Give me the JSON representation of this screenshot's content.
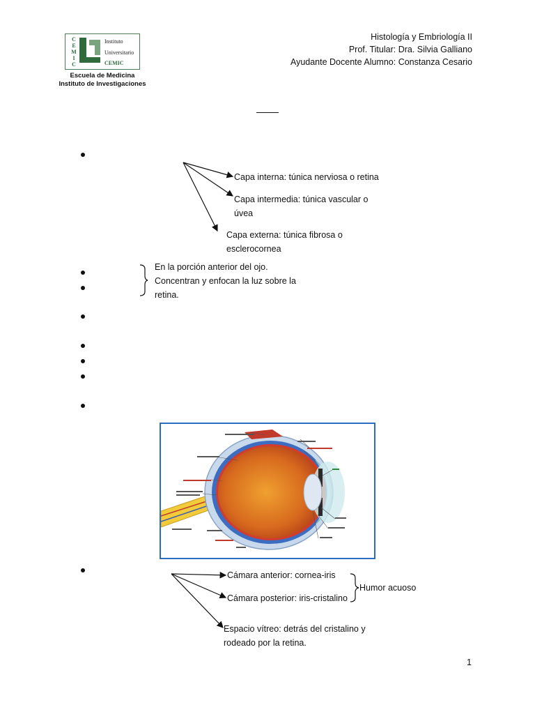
{
  "logo": {
    "line1": "Instituto",
    "line2": "Universitario",
    "line3": "CEMIC",
    "vertical": "CEMIC",
    "caption1": "Escuela de Medicina",
    "caption2": "Instituto de Investigaciones"
  },
  "header": {
    "line1": "Histología y Embriología II",
    "line2": "Prof. Titular: Dra. Silvia Galliano",
    "line3": "Ayudante Docente Alumno: Constanza Cesario"
  },
  "capas": {
    "interna": "Capa interna: túnica nerviosa o retina",
    "intermedia_1": "Capa intermedia: túnica vascular o",
    "intermedia_2": "úvea",
    "externa_1": "Capa externa: túnica fibrosa o",
    "externa_2": "esclerocornea"
  },
  "medios": {
    "line1": "En la porción anterior del ojo.",
    "line2": "Concentran y enfocan la luz sobre la",
    "line3": "retina."
  },
  "camaras": {
    "anterior": "Cámara anterior: cornea-iris",
    "posterior": "Cámara posterior: iris-cristalino",
    "humor": "Humor acuoso",
    "vitreo_1": "Espacio vítreo: detrás del cristalino y",
    "vitreo_2": "rodeado por la retina."
  },
  "page_number": "1",
  "colors": {
    "logo_green": "#2f6b3c",
    "figure_border": "#2a6dc0"
  }
}
